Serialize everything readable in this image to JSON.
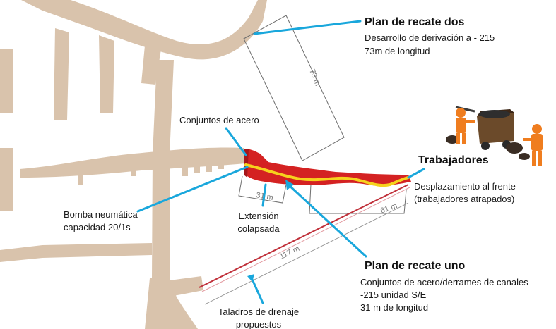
{
  "labels": {
    "plan_dos_title": "Plan de recate dos",
    "plan_dos_line1": "Desarrollo de derivación a - 215",
    "plan_dos_line2": "73m de longitud",
    "conjuntos_acero": "Conjuntos de acero",
    "trabajadores_title": "Trabajadores",
    "trabajadores_line1": "Desplazamiento al frente",
    "trabajadores_line2": "(trabajadores atrapados)",
    "bomba_line1": "Bomba neumática",
    "bomba_line2": "capacidad 20/1s",
    "extension_line1": "Extensión",
    "extension_line2": "colapsada",
    "plan_uno_title": "Plan de recate uno",
    "plan_uno_line1": "Conjuntos de acero/derrames de canales",
    "plan_uno_line2": "-215 unidad S/E",
    "plan_uno_line3": "31 m de longitud",
    "taladros_line1": "Taladros de drenaje",
    "taladros_line2": "propuestos"
  },
  "dimensions": {
    "d73": "73 m",
    "d31": "31 m",
    "d61": "61 m",
    "d117": "117 m"
  },
  "colors": {
    "tunnel": "#d9c3ac",
    "pointer": "#19a7dc",
    "collapse_red": "#d42222",
    "collapse_dark": "#a5161a",
    "stripe_yellow": "#f6d21d",
    "worker_orange": "#ef7d1f",
    "drill_red": "#c0303a"
  }
}
